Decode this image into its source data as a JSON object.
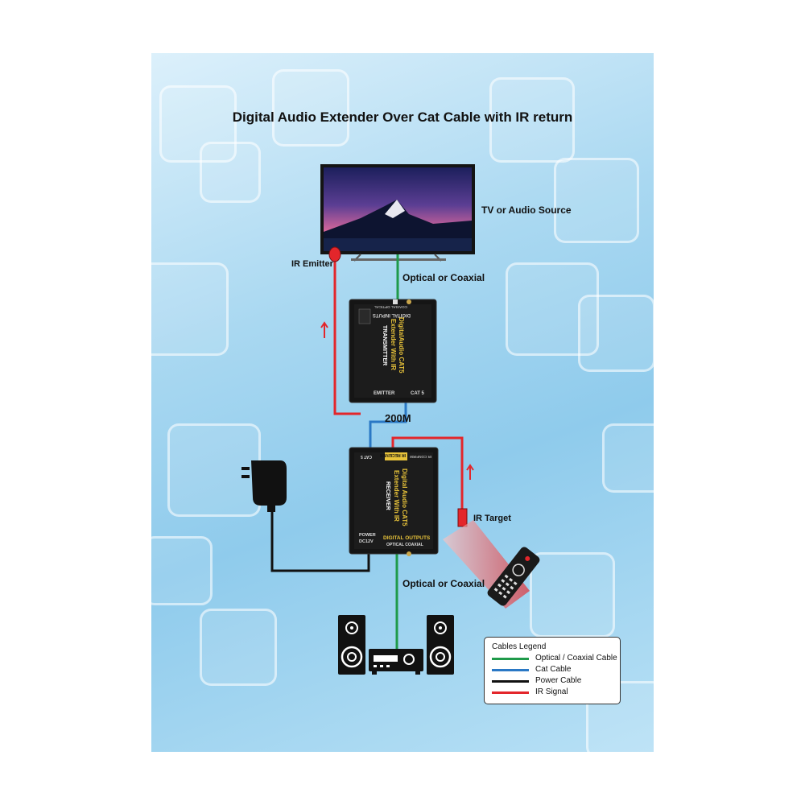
{
  "title": "Digital Audio Extender Over Cat Cable with IR return",
  "labels": {
    "tv_source": "TV or Audio Source",
    "ir_emitter": "IR Emitter",
    "optical_top": "Optical or Coaxial",
    "distance": "200M",
    "ir_target": "IR Target",
    "optical_bottom": "Optical or Coaxial"
  },
  "transmitter": {
    "line1": "DigitalAudio CAT5",
    "line2": "Extender With IR",
    "line3": "TRANSMITTER",
    "inputs": "DIGITAL INPUTS",
    "inputs_sub": "COAXIAL    OPTICAL",
    "port_emitter": "EMITTER",
    "port_cat": "CAT 5",
    "switch1": "COAXIAL",
    "switch2": "OPTICAL"
  },
  "receiver": {
    "line1": "Digital Audio CAT5",
    "line2": "Extender With IR",
    "line3": "RECEIVER",
    "port_receiver": "IR RECEIVER",
    "port_cat": "CAT 5",
    "port_ir": "IR CONFIRM",
    "outputs": "DIGITAL OUTPUTS",
    "outputs_sub": "OPTICAL   COAXIAL",
    "power": "POWER",
    "power_sub": "DC12V"
  },
  "legend": {
    "title": "Cables Legend",
    "items": [
      {
        "label": "Optical / Coaxial Cable",
        "color": "#1f9a4a"
      },
      {
        "label": "Cat Cable",
        "color": "#2a78c5"
      },
      {
        "label": "Power Cable",
        "color": "#111111"
      },
      {
        "label": "IR Signal",
        "color": "#e3262b"
      }
    ]
  },
  "colors": {
    "optical": "#1f9a4a",
    "cat": "#2a78c5",
    "power": "#111111",
    "ir": "#e3262b",
    "device_text": "#e8c33a"
  }
}
